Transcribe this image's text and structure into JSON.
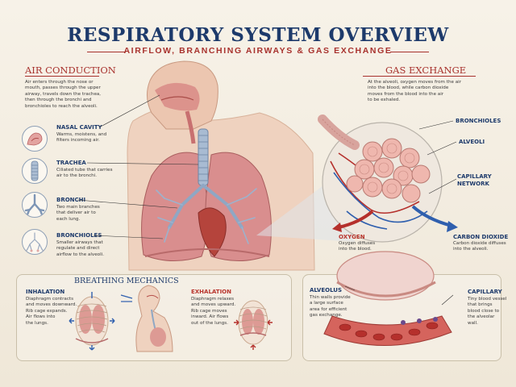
{
  "title": "RESPIRATORY SYSTEM OVERVIEW",
  "subtitle": "AIRFLOW, BRANCHING AIRWAYS & GAS EXCHANGE",
  "air_conduction": {
    "heading": "AIR CONDUCTION",
    "intro": [
      "Air enters through the nose or",
      "mouth, passes through the upper",
      "airway, travels down the trachea,",
      "then through the bronchi and",
      "bronchioles to reach the alveoli."
    ],
    "items": [
      {
        "label": "NASAL CAVITY",
        "desc": [
          "Warms, moistens, and",
          "filters incoming air."
        ]
      },
      {
        "label": "TRACHEA",
        "desc": [
          "Ciliated tube that carries",
          "air to the bronchi."
        ]
      },
      {
        "label": "BRONCHI",
        "desc": [
          "Two main branches",
          "that deliver air to",
          "each lung."
        ]
      },
      {
        "label": "BRONCHIOLES",
        "desc": [
          "Smaller airways that",
          "regulate and direct",
          "airflow to the alveoli."
        ]
      }
    ]
  },
  "gas_exchange": {
    "heading": "GAS EXCHANGE",
    "intro": [
      "At the alveoli, oxygen moves from the air",
      "into the blood, while carbon dioxide",
      "moves from the blood into the air",
      "to be exhaled."
    ],
    "labels": {
      "bronchioles": "BRONCHIOLES",
      "alveoli": "ALVEOLI",
      "capillary": [
        "CAPILLARY",
        "NETWORK"
      ]
    },
    "oxygen": {
      "label": "OXYGEN",
      "desc": [
        "Oxygen diffuses",
        "into the blood."
      ]
    },
    "co2": {
      "label": "CARBON DIOXIDE",
      "desc": [
        "Carbon dioxide diffuses",
        "into the alveoli."
      ]
    }
  },
  "breathing": {
    "heading": "BREATHING MECHANICS",
    "inhalation": {
      "label": "INHALATION",
      "desc": [
        "Diaphragm contracts",
        "and moves downward.",
        "Rib cage expands.",
        "Air flows into",
        "the lungs."
      ]
    },
    "exhalation": {
      "label": "EXHALATION",
      "desc": [
        "Diaphragm relaxes",
        "and moves upward.",
        "Rib cage moves",
        "inward. Air flows",
        "out of the lungs."
      ]
    }
  },
  "alveolus_detail": {
    "alveolus": {
      "label": "ALVEOLUS",
      "desc": [
        "Thin walls provide",
        "a large surface",
        "area for efficient",
        "gas exchange."
      ]
    },
    "capillary": {
      "label": "CAPILLARY",
      "desc": [
        "Tiny blood vessel",
        "that brings",
        "blood close to",
        "the alveolar",
        "wall."
      ]
    }
  },
  "colors": {
    "navy": "#1d3a6b",
    "red": "#a8322e",
    "lung": "#d98e8e",
    "airway": "#8fa7c4",
    "blood_red": "#b5302c",
    "blood_blue": "#2f5fae"
  }
}
